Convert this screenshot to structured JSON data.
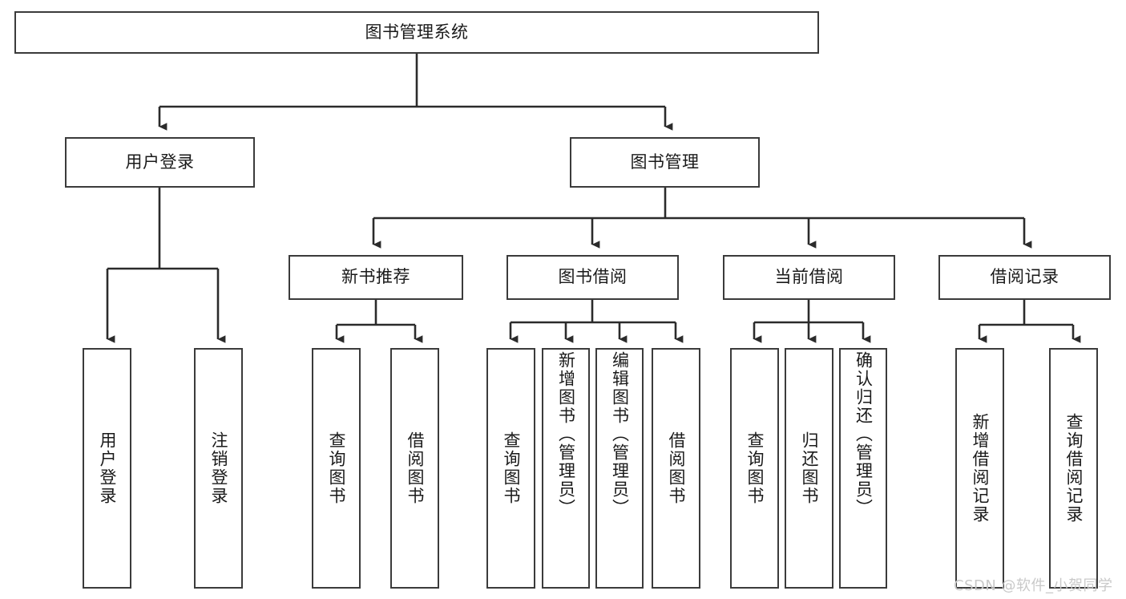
{
  "diagram": {
    "type": "tree-hierarchy",
    "title": "图书管理系统",
    "watermark": "CSDN @软件_小贺同学",
    "colors": {
      "box_border": "#3b3b3b",
      "box_fill": "#ffffff",
      "connector": "#2b2b2b",
      "text": "#1a1a1a",
      "watermark": "#c9c9c9"
    },
    "levels": {
      "root": {
        "label": "图书管理系统"
      },
      "level1": [
        {
          "label": "用户登录"
        },
        {
          "label": "图书管理"
        }
      ],
      "level2": [
        {
          "label": "新书推荐"
        },
        {
          "label": "图书借阅"
        },
        {
          "label": "当前借阅"
        },
        {
          "label": "借阅记录"
        }
      ],
      "leaves_user_login": [
        {
          "label": "用户登录"
        },
        {
          "label": "注销登录"
        }
      ],
      "leaves_new_book": [
        {
          "label": "查询图书"
        },
        {
          "label": "借阅图书"
        }
      ],
      "leaves_borrow": [
        {
          "label": "查询图书"
        },
        {
          "label": "新增图书（管理员）"
        },
        {
          "label": "编辑图书（管理员）"
        },
        {
          "label": "借阅图书"
        }
      ],
      "leaves_current": [
        {
          "label": "查询图书"
        },
        {
          "label": "归还图书"
        },
        {
          "label": "确认归还（管理员）"
        }
      ],
      "leaves_record": [
        {
          "label": "新增借阅记录"
        },
        {
          "label": "查询借阅记录"
        }
      ]
    }
  }
}
